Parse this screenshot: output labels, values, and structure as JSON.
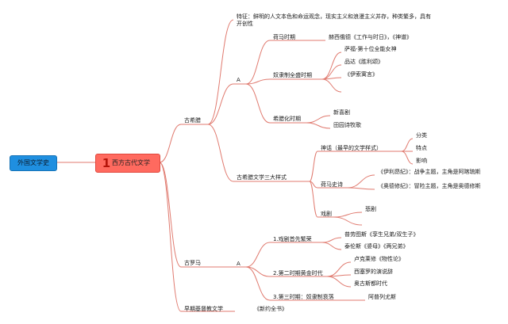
{
  "root": {
    "label": "外国文学史"
  },
  "main_topic": {
    "number": "1",
    "label": "西方古代文学"
  },
  "colors": {
    "root_fill": "#1f8fe0",
    "main_fill": "#ff6a5f",
    "branch_line": "#e07a6f"
  },
  "nodes": {
    "gu_xila": "古希腊",
    "tezheng": "特征：鲜明的人文本色和命运观念，现实主义和浪漫主义并存，种类繁多，具有开创性",
    "a_greek": "A",
    "homa": "荷马时期",
    "hexiao": "赫西俄德《工作与时日》，《神谱》",
    "nuli": "奴隶制全盛时期",
    "safu": "萨福-第十位全能女神",
    "pinda": "品达《胜利颂》",
    "yisuo": "《伊索寓言》",
    "xila_hua": "希腊化时期",
    "xin_xiju": "新喜剧",
    "tianyuan": "田园诗牧歌",
    "san_yangshi": "古希腊文学三大样式",
    "shenhua": "神话（最早的文学样式）",
    "fenlei": "分类",
    "tedian": "特点",
    "yingxiang": "影响",
    "homa_shishi": "荷马史诗",
    "yiliyate": "《伊利昂纪》：战争主题，主角是阿喀琉斯",
    "aodesai": "《奥德修纪》：冒险主题，主角是奥德修斯",
    "xiju": "戏剧",
    "beiju": "悲剧",
    "gu_luoma": "古罗马",
    "a_roman": "A",
    "xiju_fanrong": "1.戏剧首先繁荣",
    "pulao": "普劳图斯《孪生兄弟/双生子》",
    "tailun": "泰伦斯《婆母》《两兄弟》",
    "huangjin": "2.第二时期黄金时代",
    "lukelai": "卢克莱修《物性论》",
    "xisailuo": "西塞罗的演说辞",
    "aogusidu": "奥古斯都时代",
    "shuailuo": "3.第三时期：奴隶制衰落",
    "apuliu": "阿普列尤斯",
    "zaoqi": "早期基督教文学",
    "xinyue": "《新约全书》"
  }
}
